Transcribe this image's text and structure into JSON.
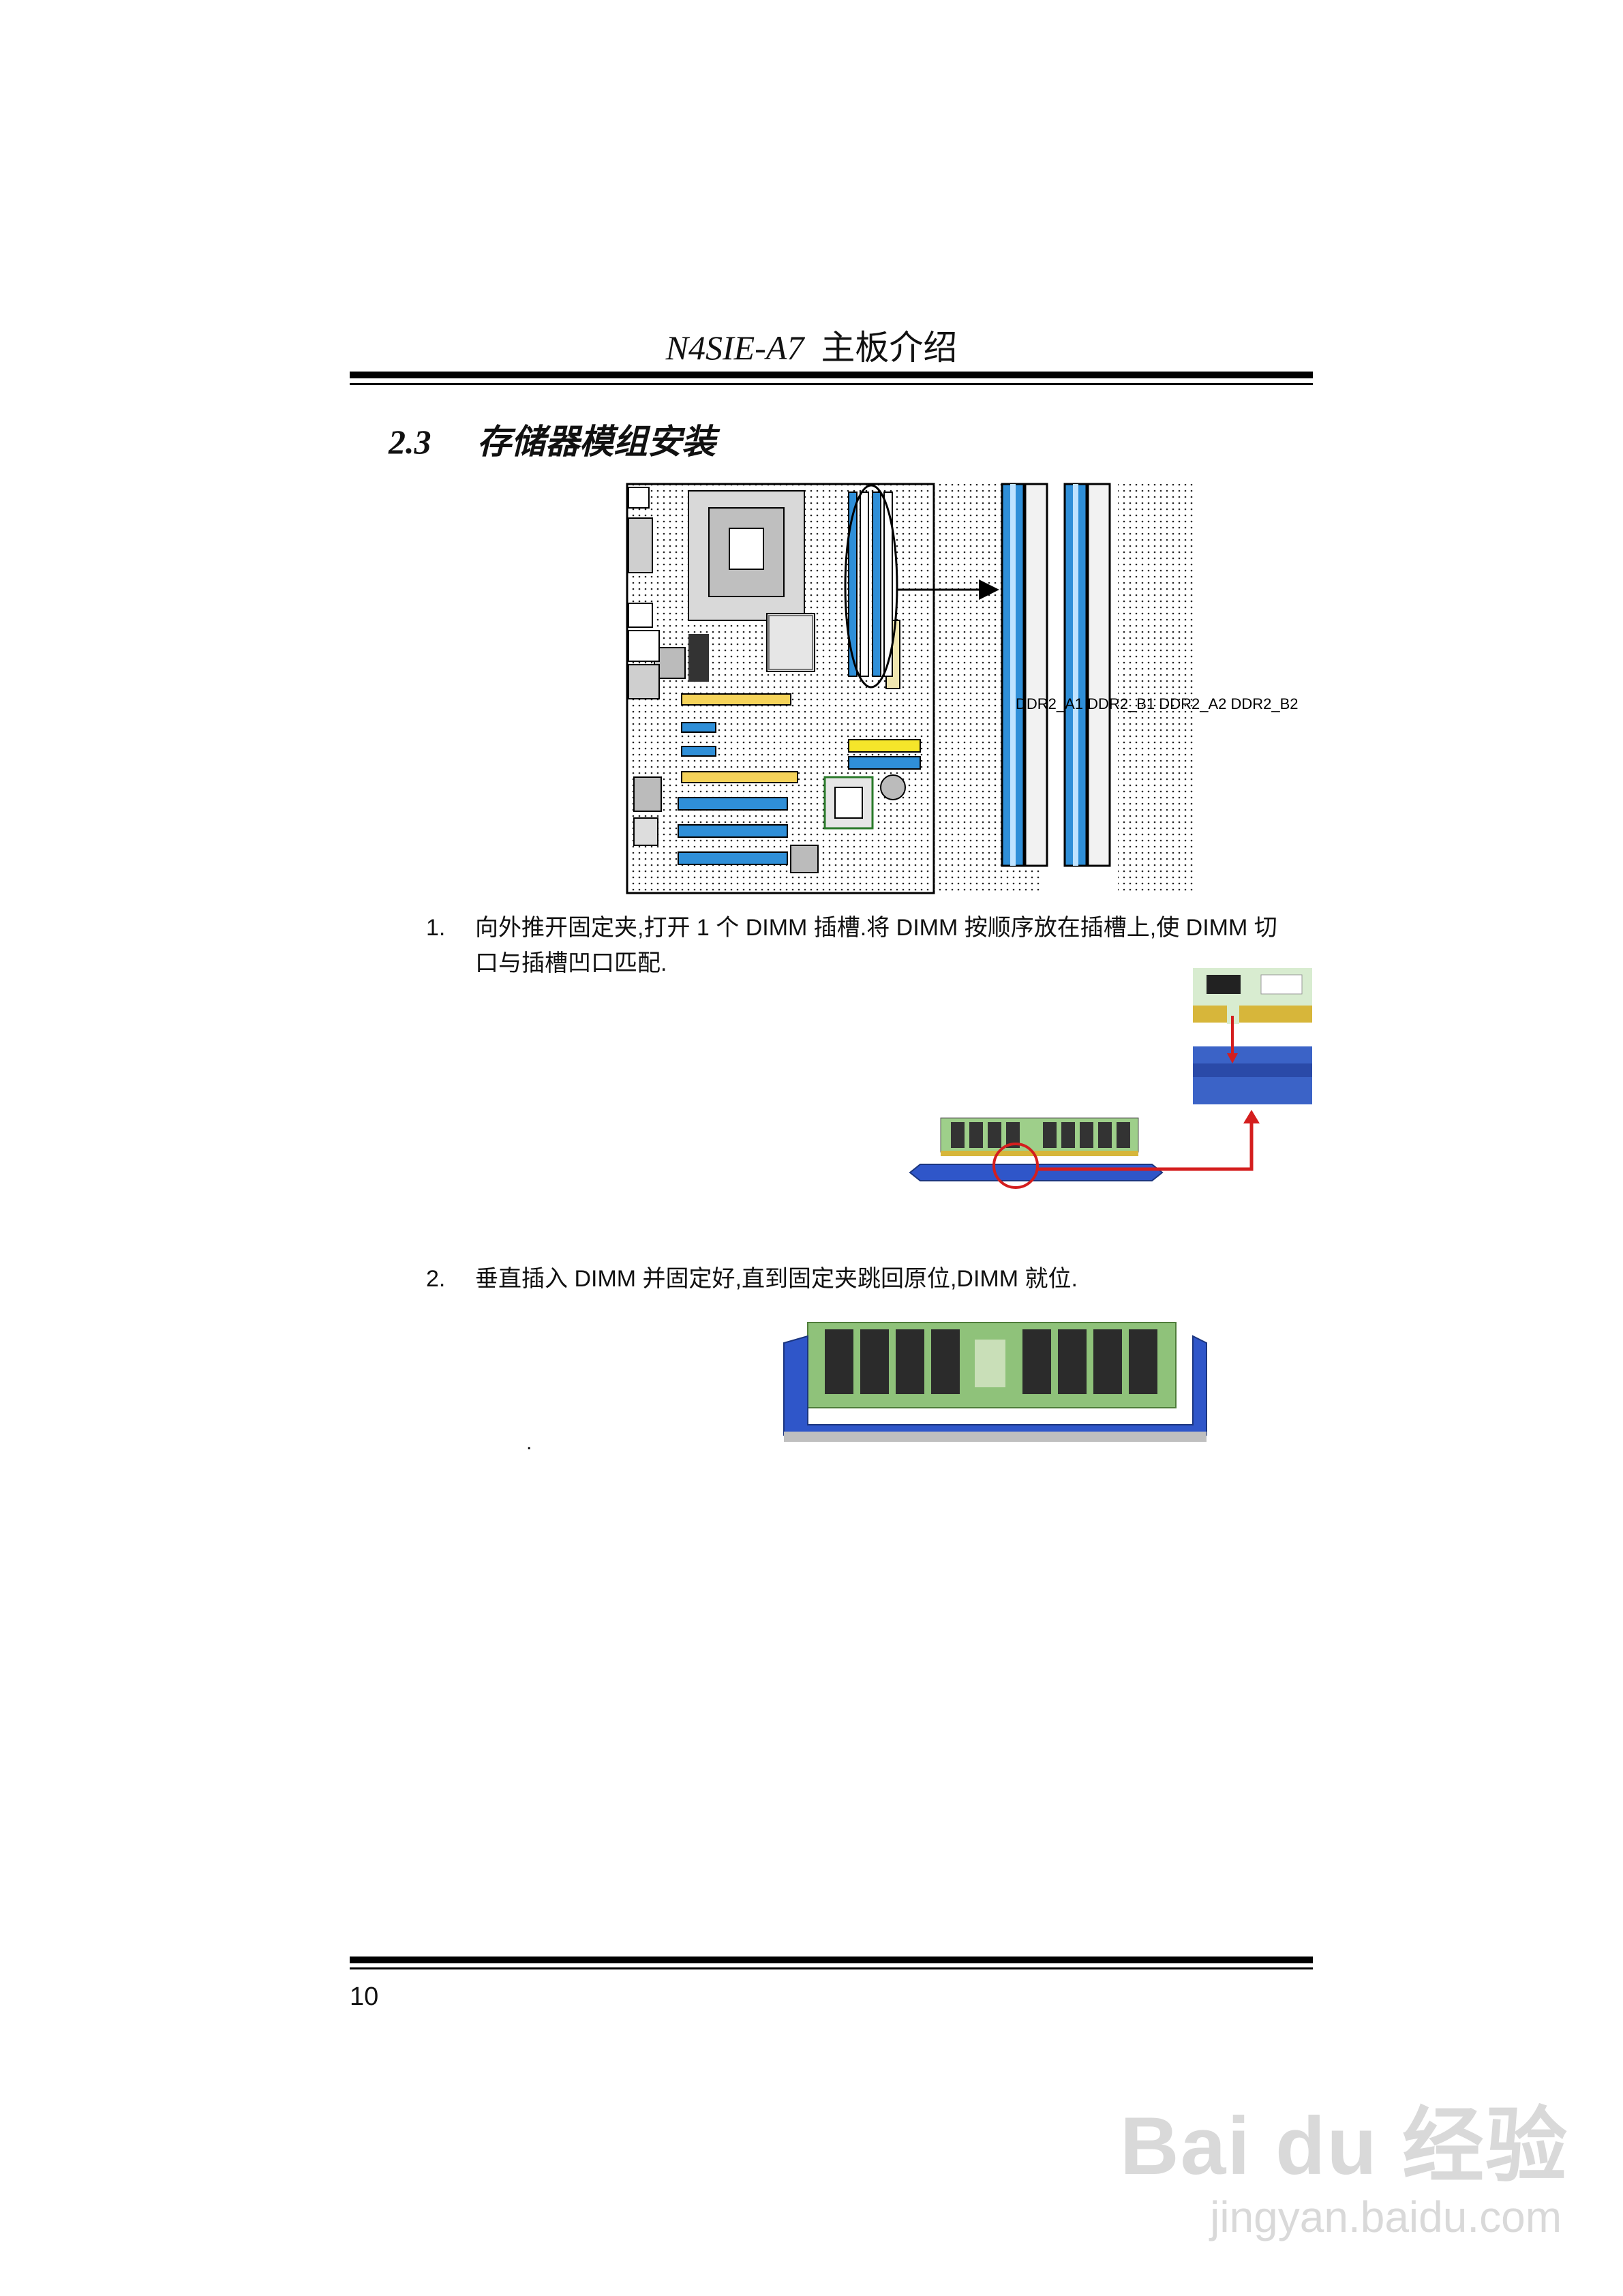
{
  "header": {
    "model": "N4SIE-A7",
    "title": "主板介绍"
  },
  "section": {
    "number": "2.3",
    "title": "存储器模组安装"
  },
  "diagram": {
    "slot_label": "DDR2_A1 DDR2_B1 DDR2_A2 DDR2_B2"
  },
  "steps": [
    {
      "number": "1.",
      "line1": "向外推开固定夹,打开 1 个 DIMM 插槽.将 DIMM 按顺序放在插槽上,使 DIMM 切",
      "line2": "口与插槽凹口匹配."
    },
    {
      "number": "2.",
      "line1": "垂直插入 DIMM 并固定好,直到固定夹跳回原位,DIMM 就位."
    }
  ],
  "stray_mark": ".",
  "footer": {
    "page_number": "10"
  },
  "watermark": {
    "logo": "Bai du 经验",
    "url": "jingyan.baidu.com"
  }
}
